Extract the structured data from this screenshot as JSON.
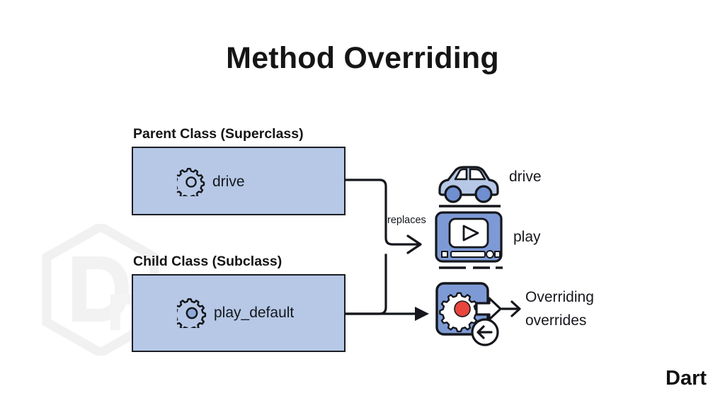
{
  "slide": {
    "title": "Method Overriding",
    "brand": "Dart",
    "background_color": "#ffffff",
    "watermark_icon": "hexagon-d-watermark"
  },
  "diagram": {
    "parent": {
      "caption": "Parent Class (Superclass)",
      "box_fill": "#b6c8e6",
      "box_stroke": "#1b1d24",
      "member_icon": "gear-icon",
      "member_label": "drive"
    },
    "child": {
      "caption": "Child Class (Subclass)",
      "box_fill": "#b6c8e6",
      "box_stroke": "#1b1d24",
      "member_icon": "gear-filled-icon",
      "member_label": "play_default"
    },
    "connector_label": "replaces",
    "results": [
      {
        "icon": "car-icon",
        "label": "drive",
        "icon_fill": "#b6c8e6"
      },
      {
        "icon": "video-player-icon",
        "label": "play",
        "icon_fill": "#7e9ad6"
      },
      {
        "icon": "gear-override-icon",
        "label_line_1": "Overriding",
        "label_line_2": "overrides",
        "icon_fill": "#7e9ad6",
        "accent_color": "#e8453c",
        "badge_icon": "arrow-left-circle-icon",
        "arrow_icon": "arrow-right-icon"
      }
    ]
  }
}
